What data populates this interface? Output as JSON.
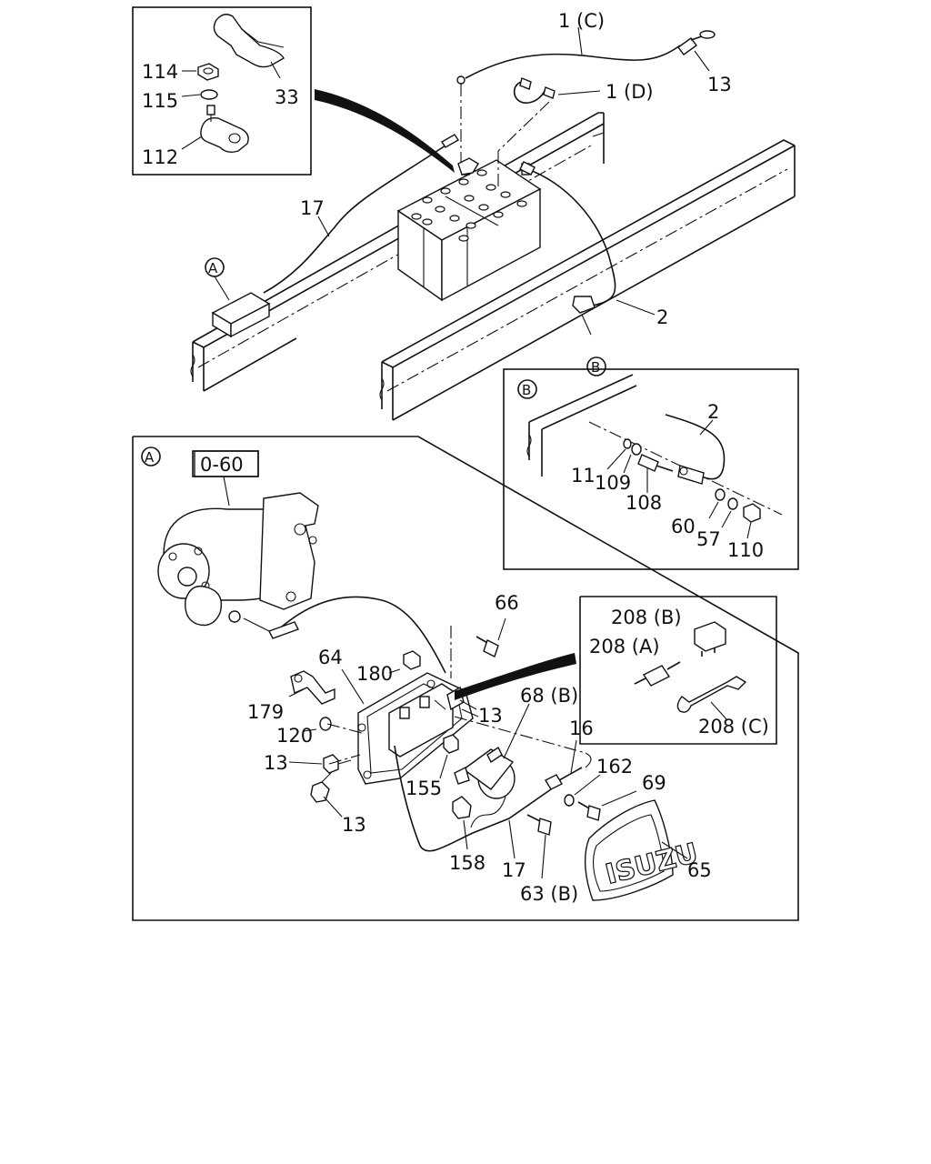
{
  "callouts": {
    "c_1C": "1 (C)",
    "c_13_top": "13",
    "c_1D": "1 (D)",
    "c_33": "33",
    "c_114": "114",
    "c_115": "115",
    "c_112": "112",
    "c_17_top": "17",
    "c_2_main": "2",
    "c_2_detail": "2",
    "c_11": "11",
    "c_109": "109",
    "c_108": "108",
    "c_60": "60",
    "c_57": "57",
    "c_110": "110",
    "c_0_60": "0-60",
    "c_66": "66",
    "c_64": "64",
    "c_180": "180",
    "c_179": "179",
    "c_120": "120",
    "c_13_a": "13",
    "c_13_b": "13",
    "c_13_c": "13",
    "c_68B": "68 (B)",
    "c_16": "16",
    "c_162": "162",
    "c_69": "69",
    "c_155": "155",
    "c_158": "158",
    "c_17_bottom": "17",
    "c_63B": "63 (B)",
    "c_65": "65",
    "c_208B": "208 (B)",
    "c_208A": "208 (A)",
    "c_208C": "208 (C)"
  },
  "markers": {
    "marker_A_main": "A",
    "marker_B_main": "B",
    "marker_B_detail": "B",
    "marker_A_detail": "A"
  },
  "logo_text": "ISUZU"
}
